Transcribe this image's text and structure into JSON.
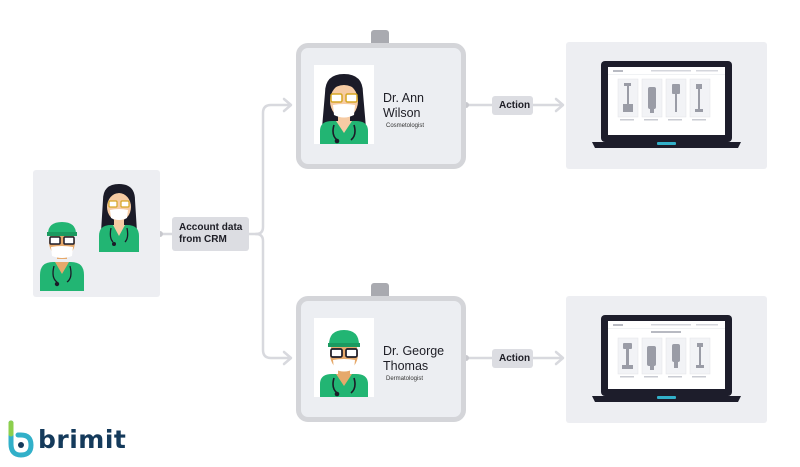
{
  "data_chip": {
    "label": "Account data from CRM"
  },
  "badges": [
    {
      "name": "Dr. Ann Wilson",
      "role": "Cosmetologist"
    },
    {
      "name": "Dr. George Thomas",
      "role": "Dermatologist"
    }
  ],
  "action_labels": [
    "Action",
    "Action"
  ],
  "brand": {
    "name": "brimit"
  },
  "colors": {
    "panel": "#edeef2",
    "chip": "#dcdde2",
    "connector": "#d8d9de",
    "scrubs": "#22b573",
    "hair": "#1b1b28",
    "skin_light": "#f6cba4",
    "skin_tan": "#e6a96b",
    "brand_text": "#143a5b",
    "brand_mark": "#32b0c9"
  }
}
